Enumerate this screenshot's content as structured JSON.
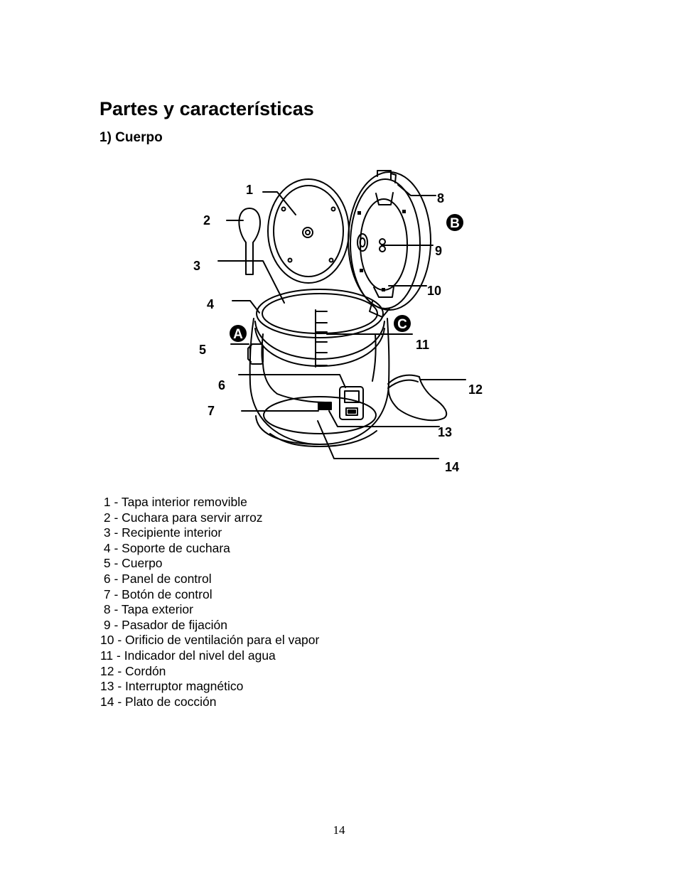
{
  "heading": "Partes y características",
  "section": "1) Cuerpo",
  "diagram": {
    "callouts": [
      "1",
      "2",
      "3",
      "4",
      "5",
      "6",
      "7",
      "8",
      "9",
      "10",
      "11",
      "12",
      "13",
      "14"
    ],
    "section_markers": [
      "A",
      "B",
      "C"
    ]
  },
  "parts": [
    " 1 - Tapa interior removible",
    " 2 - Cuchara para servir arroz",
    " 3 - Recipiente interior",
    " 4 - Soporte de cuchara",
    " 5 - Cuerpo",
    " 6 - Panel de control",
    " 7 - Botón de control",
    " 8 - Tapa exterior",
    " 9 - Pasador de fijación",
    "10 - Orificio de ventilación para el vapor",
    "11 - Indicador del nivel del agua",
    "12 - Cordón",
    "13 - Interruptor magnético",
    "14 - Plato de cocción"
  ],
  "page_number": "14"
}
